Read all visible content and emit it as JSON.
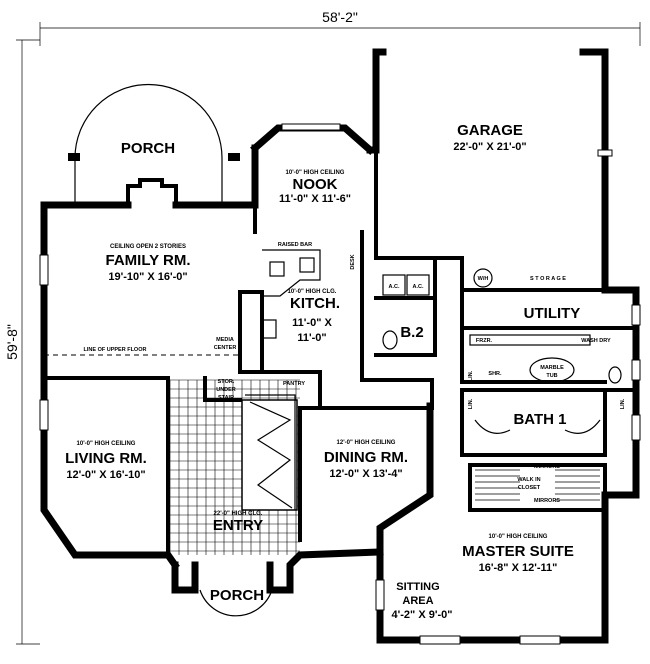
{
  "dimensions": {
    "width": "58'-2\"",
    "depth": "59'-8\""
  },
  "rooms": {
    "porch_top": {
      "name": "PORCH"
    },
    "family": {
      "note": "CEILING OPEN 2 STORIES",
      "name": "FAMILY RM.",
      "size": "19'-10\" X 16'-0\""
    },
    "nook": {
      "note": "10'-0\" HIGH CEILING",
      "name": "NOOK",
      "size": "11'-0\" X 11'-6\""
    },
    "garage": {
      "name": "GARAGE",
      "size": "22'-0\" X 21'-0\""
    },
    "kitchen": {
      "note": "10'-0\" HIGH CLG.",
      "name": "KITCH.",
      "size_line1": "11'-0\" X",
      "size_line2": "11'-0\""
    },
    "utility": {
      "name": "UTILITY"
    },
    "bath2": {
      "name": "B.2"
    },
    "bath1": {
      "name": "BATH 1"
    },
    "living": {
      "note": "10'-0\" HIGH CEILING",
      "name": "LIVING RM.",
      "size": "12'-0\" X 16'-10\""
    },
    "dining": {
      "note": "12'-0\" HIGH CEILING",
      "name": "DINING RM.",
      "size": "12'-0\" X 13'-4\""
    },
    "entry": {
      "note": "22'-0\" HIGH CLG.",
      "name": "ENTRY"
    },
    "porch_bottom": {
      "name": "PORCH"
    },
    "master": {
      "note": "10'-0\" HIGH CEILING",
      "name": "MASTER SUITE",
      "size": "16'-8\" X 12'-11\""
    },
    "sitting": {
      "name_line1": "SITTING",
      "name_line2": "AREA",
      "size": "4'-2\" X 9'-0\""
    }
  },
  "labels": {
    "raised_bar": "RAISED BAR",
    "desk": "DESK",
    "ac1": "A.C.",
    "ac2": "A.C.",
    "wh": "W/H",
    "storage": "S T O R A G E",
    "frzr": "FRZR.",
    "wash_dry": "WASH  DRY",
    "shr": "SHR.",
    "marble_tub_1": "MARBLE",
    "marble_tub_2": "TUB",
    "lin1": "LIN.",
    "lin2": "LIN.",
    "lin3": "LIN.",
    "media_1": "MEDIA",
    "media_2": "CENTER",
    "line_upper": "LINE OF UPPER FLOOR",
    "stor_1": "STOR.",
    "stor_2": "UNDER",
    "stor_3": "STAIR",
    "pantry": "PANTRY",
    "mirrors1": "MIRRORS",
    "mirrors2": "MIRRORS",
    "walkin_1": "WALK IN",
    "walkin_2": "CLOSET"
  }
}
